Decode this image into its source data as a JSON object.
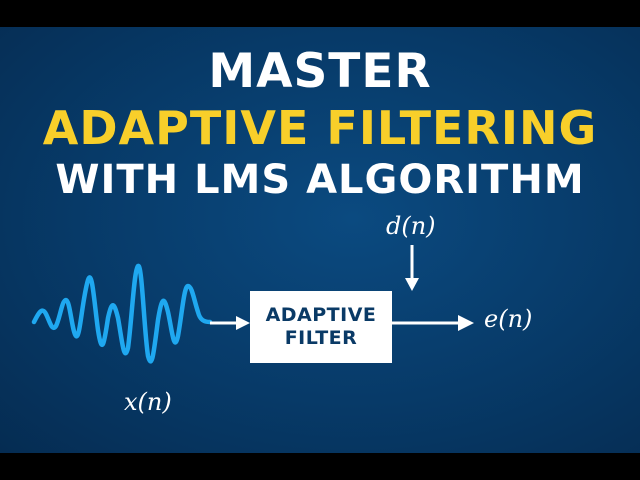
{
  "title": {
    "line1": "MASTER",
    "line2": "ADAPTIVE FILTERING",
    "line3": "WITH LMS ALGORITHM"
  },
  "diagram": {
    "input_label": "x(n)",
    "desired_label": "d(n)",
    "error_label": "e(n)",
    "block": {
      "line1": "ADAPTIVE",
      "line2": "FILTER"
    },
    "input_signal_icon": "waveform-icon"
  },
  "colors": {
    "background": "#073a68",
    "letterbox": "#000000",
    "title_white": "#ffffff",
    "title_accent": "#f8cf2a",
    "wave": "#1fa8f0",
    "block_text": "#0a3a66"
  }
}
